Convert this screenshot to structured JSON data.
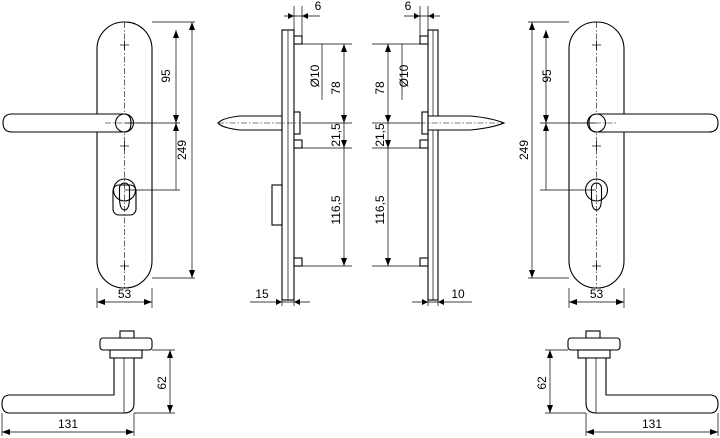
{
  "views": {
    "front_left": {
      "height": "249",
      "handle_to_top": "95",
      "width": "53"
    },
    "side_left": {
      "offset": "6",
      "diameter": "Ø10",
      "upper": "78",
      "mid": "21,5",
      "lower": "116,5",
      "depth": "15"
    },
    "side_right": {
      "offset": "6",
      "diameter": "Ø10",
      "upper": "78",
      "mid": "21,5",
      "lower": "116,5",
      "depth": "10"
    },
    "front_right": {
      "height": "249",
      "handle_to_top": "95",
      "width": "53"
    },
    "lever_left": {
      "height": "62",
      "length": "131"
    },
    "lever_right": {
      "height": "62",
      "length": "131"
    }
  }
}
